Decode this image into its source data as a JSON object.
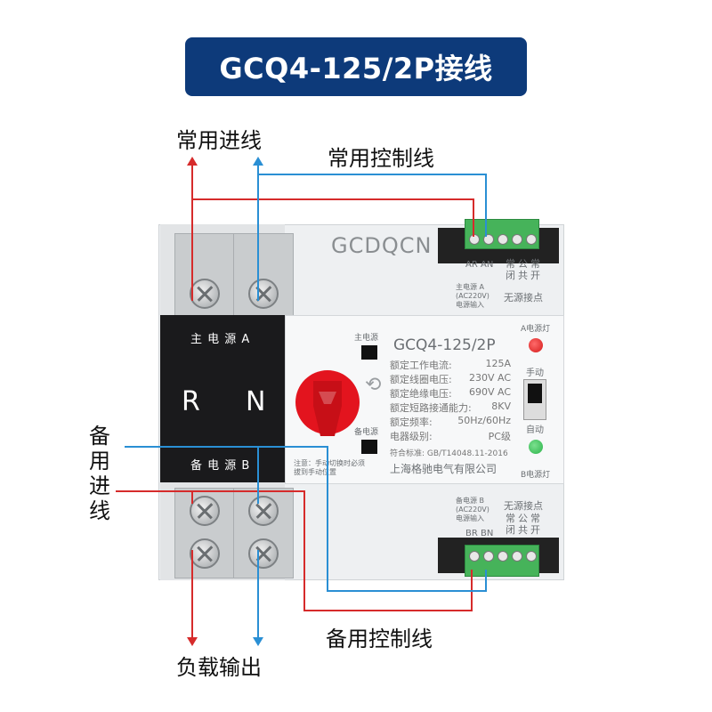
{
  "title": "GCQ4-125/2P接线",
  "labels": {
    "main_incoming": "常用进线",
    "main_control": "常用控制线",
    "backup_incoming_line1": "备",
    "backup_incoming_line2": "用",
    "backup_incoming_line3": "进",
    "backup_incoming_line4": "线",
    "backup_control": "备用控制线",
    "load_output": "负载输出"
  },
  "device": {
    "brand": "GCDQCN",
    "model": "GCQ4-125/2P",
    "source_a": "主 电 源 A",
    "source_b": "备 电 源 B",
    "terminal_r": "R",
    "terminal_n": "N",
    "switch_top_label": "主电源",
    "switch_bottom_label": "备电源",
    "notice": "注意：手动切换时必须",
    "notice2": "拔到手动位置",
    "specs": [
      {
        "k": "额定工作电流:",
        "v": "125A"
      },
      {
        "k": "额定线圈电压:",
        "v": "230V  AC"
      },
      {
        "k": "额定绝缘电压:",
        "v": "690V AC"
      },
      {
        "k": "额定短路接通能力:",
        "v": "8KV"
      },
      {
        "k": "额定频率:",
        "v": "50Hz/60Hz"
      },
      {
        "k": "电器级别:",
        "v": "PC级"
      }
    ],
    "standard": "符合标准: GB/T14048.11-2016",
    "company": "上海格驰电气有限公司",
    "led_a_label": "A电源灯",
    "led_b_label": "B电源灯",
    "mode_manual": "手动",
    "mode_auto": "自动",
    "top_terminal": {
      "ar": "AR",
      "an": "AN",
      "normally_closed1": "常",
      "normally_closed2": "闭",
      "common1": "公",
      "common2": "共",
      "normally_open1": "常",
      "normally_open2": "开",
      "input_l1": "主电源 A",
      "input_l2": "(AC220V)",
      "input_l3": "电源输入",
      "dry_contact": "无源接点"
    },
    "bottom_terminal": {
      "br": "BR",
      "bn": "BN",
      "normally_closed1": "常",
      "normally_closed2": "闭",
      "common1": "公",
      "common2": "共",
      "normally_open1": "常",
      "normally_open2": "开",
      "input_l1": "备电源 B",
      "input_l2": "(AC220V)",
      "input_l3": "电源输入",
      "dry_contact": "无源接点"
    }
  },
  "colors": {
    "banner": "#0d3a7a",
    "live_wire": "#d62b2b",
    "neutral_wire": "#2a8fd4",
    "handle": "#e3141e",
    "terminal_green": "#46b35a",
    "led_red": "#d41a1a",
    "led_green": "#2bb34a"
  }
}
